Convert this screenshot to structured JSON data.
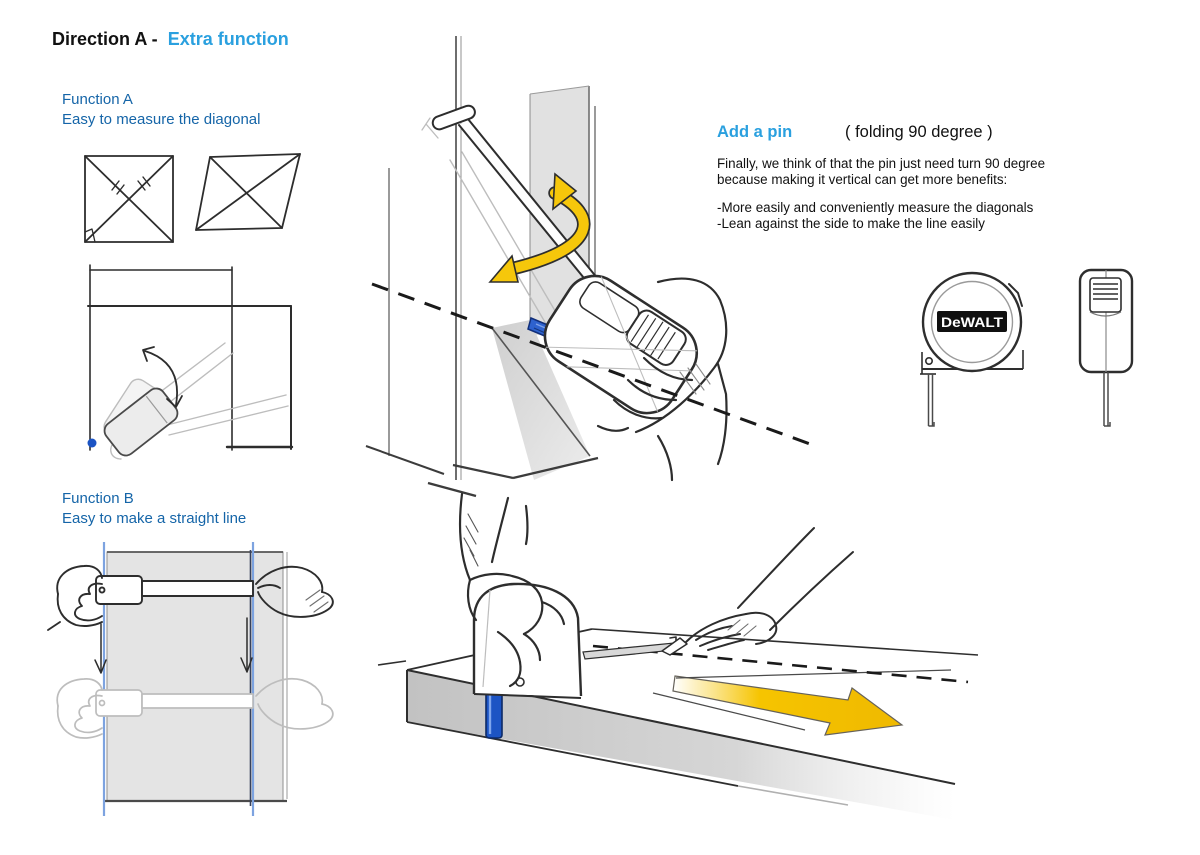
{
  "title": {
    "prefix": "Direction A -",
    "highlight": "Extra function"
  },
  "function_a": {
    "title": "Function A",
    "subtitle": "Easy to measure the diagonal"
  },
  "function_b": {
    "title": "Function B",
    "subtitle": "Easy to make a straight line"
  },
  "add_a_pin": {
    "heading": "Add a pin",
    "note": "( folding 90 degree )",
    "body": [
      "Finally, we think of that the pin just need turn 90 degree",
      "because making it vertical can get more benefits:"
    ],
    "bullets": [
      "-More easily and conveniently measure the diagonals",
      "-Lean against the side to make the line easily"
    ]
  },
  "product": {
    "brand": "DeWALT"
  },
  "colors": {
    "accent_blue": "#2AA0DF",
    "label_blue": "#1565A8",
    "text_black": "#111111",
    "arrow_yellow": "#F6C400",
    "pin_blue": "#1C54C4",
    "tape_blue": "#2E62CE",
    "guide_line_blue": "#7DA3E0",
    "panel_gray": "#E2E2E2",
    "sketch_dark": "#2D2D2D",
    "sketch_light": "#BDBDBD"
  }
}
